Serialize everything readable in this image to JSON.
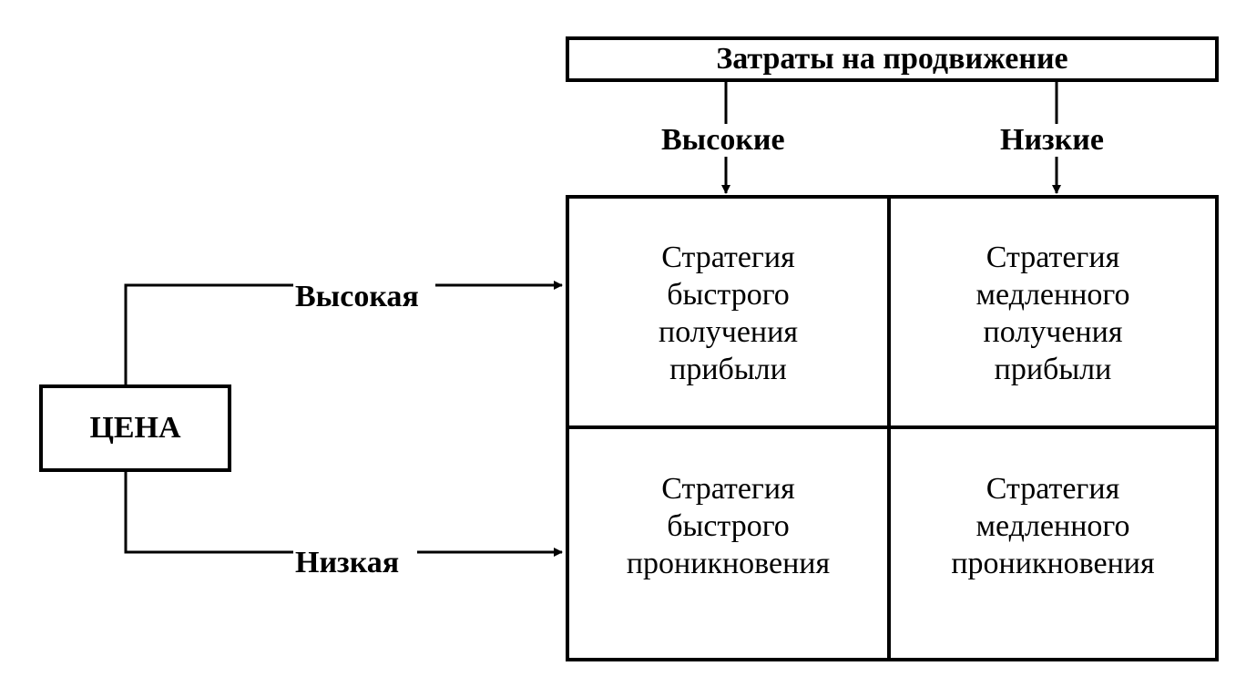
{
  "header": {
    "title": "Затраты на продвижение"
  },
  "columns": {
    "high": "Высокие",
    "low": "Низкие"
  },
  "price": {
    "label": "ЦЕНА",
    "high": "Высокая",
    "low": "Низкая"
  },
  "cells": {
    "high_high": [
      "Стратегия",
      "быстрого",
      "получения",
      "прибыли"
    ],
    "high_low": [
      "Стратегия",
      "медленного",
      "получения",
      "прибыли"
    ],
    "low_high": [
      "Стратегия",
      "быстрого",
      "проникновения"
    ],
    "low_low": [
      "Стратегия",
      "медленного",
      "проникновения"
    ]
  }
}
